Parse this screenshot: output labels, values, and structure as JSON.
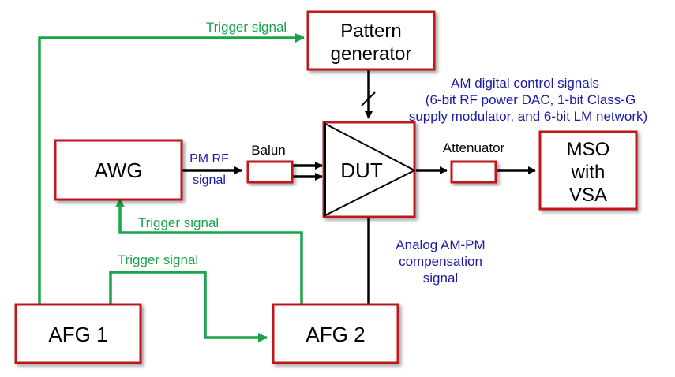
{
  "blocks": {
    "pattern_generator": [
      "Pattern",
      "generator"
    ],
    "awg": "AWG",
    "dut": "DUT",
    "mso": [
      "MSO",
      "with",
      "VSA"
    ],
    "afg1": "AFG 1",
    "afg2": "AFG 2",
    "balun": "Balun",
    "attenuator": "Attenuator"
  },
  "labels": {
    "trigger_top": "Trigger signal",
    "trigger_awg": "Trigger signal",
    "trigger_afg": "Trigger signal",
    "pm_rf": [
      "PM RF",
      "signal"
    ],
    "am_digital": [
      "AM digital control signals",
      "(6-bit RF power DAC, 1-bit Class-G",
      "supply modulator, and 6-bit LM network)"
    ],
    "analog_ampm": [
      "Analog AM-PM",
      "compensation",
      "signal"
    ]
  },
  "colors": {
    "block_border": "#c0161c",
    "trigger_line": "#19a34a",
    "label_blue": "#1a1aa6",
    "signal_line": "#000000"
  }
}
